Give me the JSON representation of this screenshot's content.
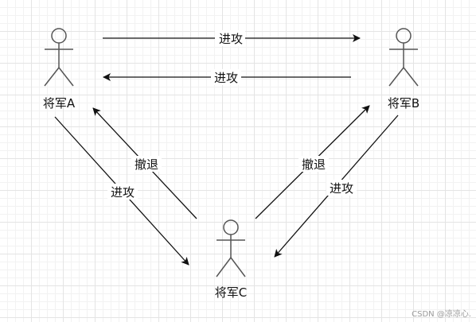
{
  "actors": [
    {
      "id": "a",
      "label": "将军A"
    },
    {
      "id": "b",
      "label": "将军B"
    },
    {
      "id": "c",
      "label": "将军C"
    }
  ],
  "edges": [
    {
      "from": "a",
      "to": "b",
      "label": "进攻"
    },
    {
      "from": "b",
      "to": "a",
      "label": "进攻"
    },
    {
      "from": "c",
      "to": "a",
      "label": "撤退"
    },
    {
      "from": "a",
      "to": "c",
      "label": "进攻"
    },
    {
      "from": "c",
      "to": "b",
      "label": "撤退"
    },
    {
      "from": "b",
      "to": "c",
      "label": "进攻"
    }
  ],
  "colors": {
    "line": "#111111",
    "actor_stroke": "#555555",
    "grid": "#e4e4e4"
  },
  "watermark": "CSDN @凉凉心."
}
